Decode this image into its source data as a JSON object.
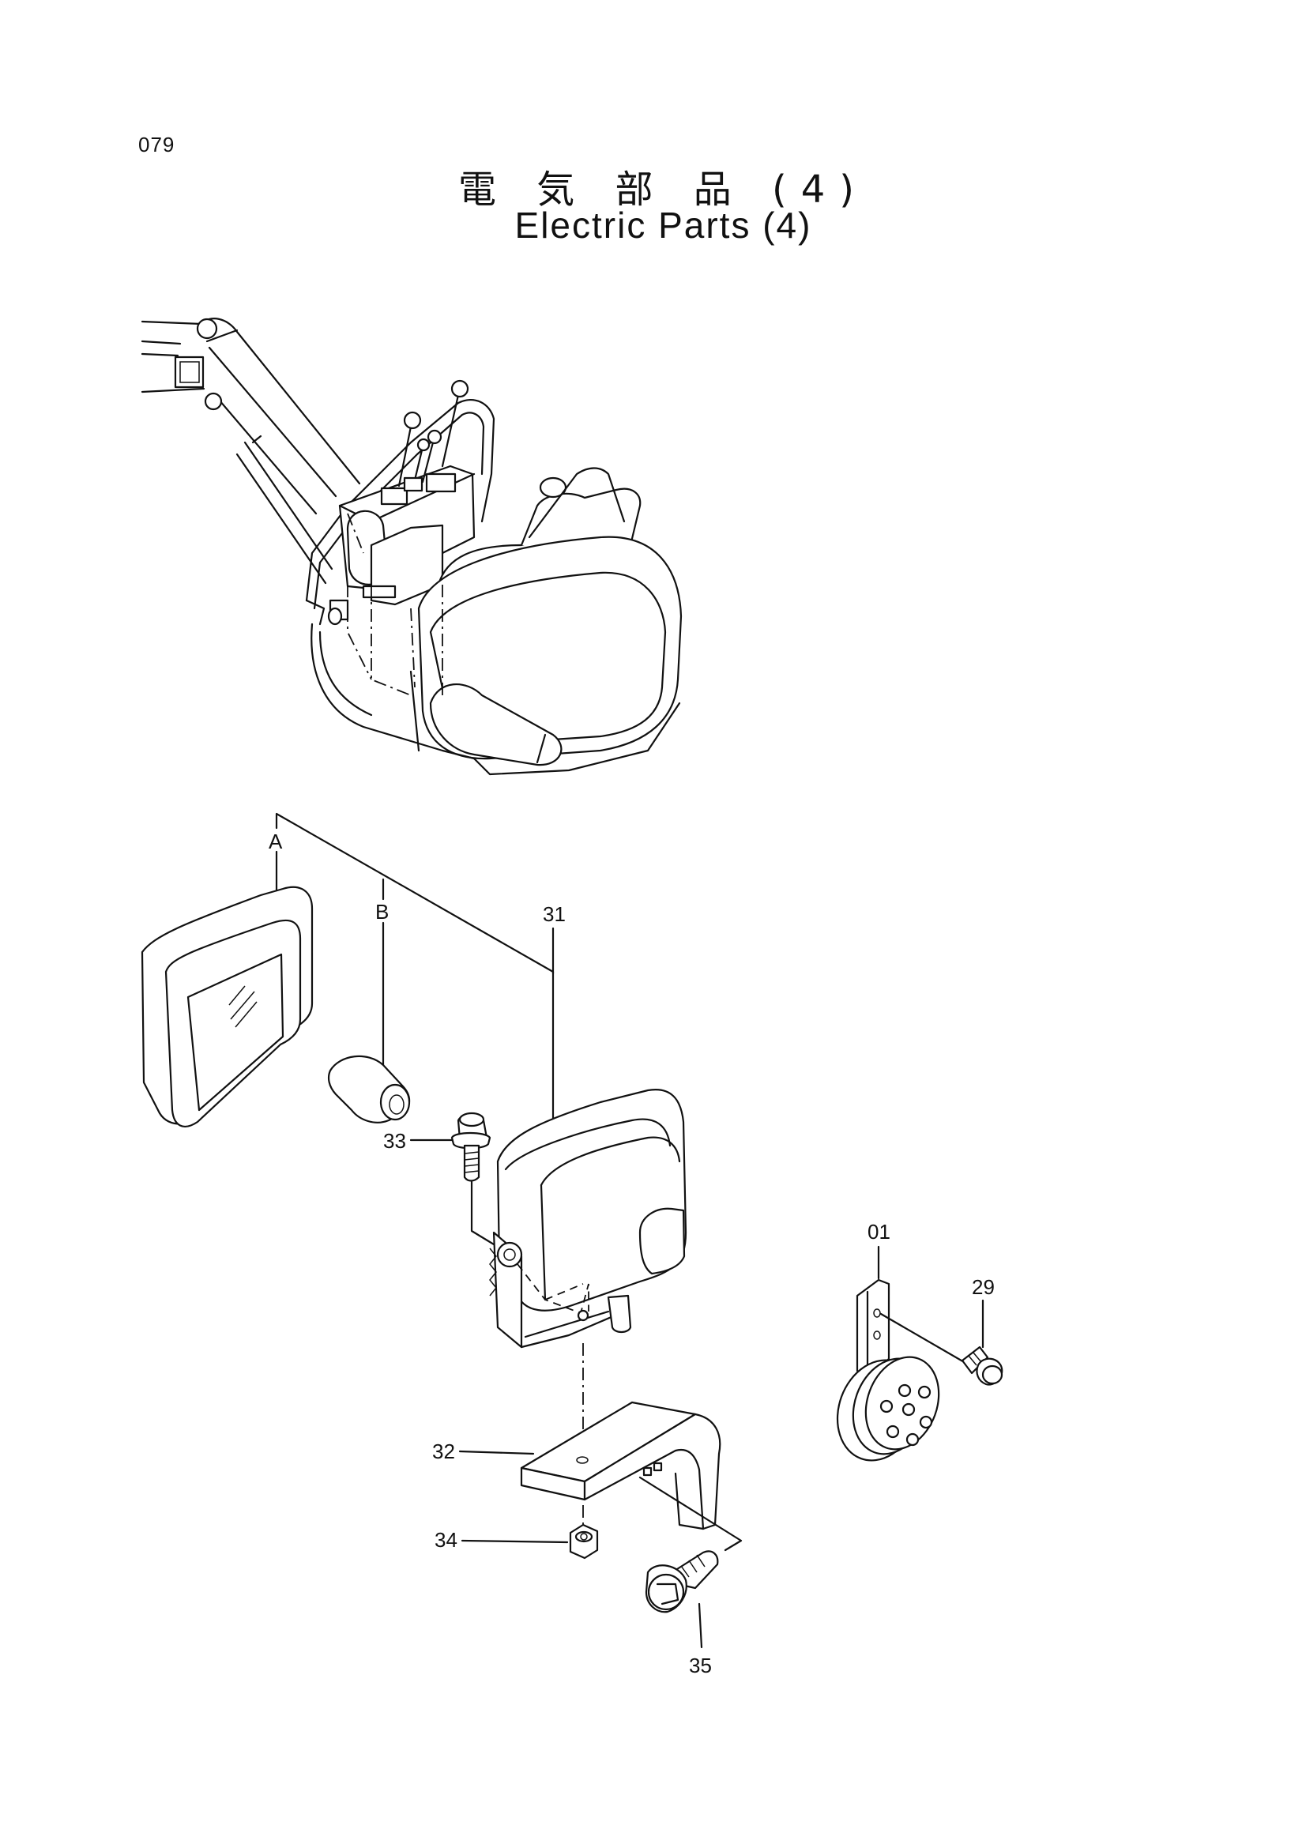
{
  "page": {
    "number": "079",
    "title_jp": "電 気 部 品 (4)",
    "title_en": "Electric Parts (4)"
  },
  "callouts": {
    "A": "A",
    "B": "B",
    "p31": "31",
    "p33": "33",
    "p32": "32",
    "p34": "34",
    "p35": "35",
    "p01": "01",
    "p29": "29"
  }
}
